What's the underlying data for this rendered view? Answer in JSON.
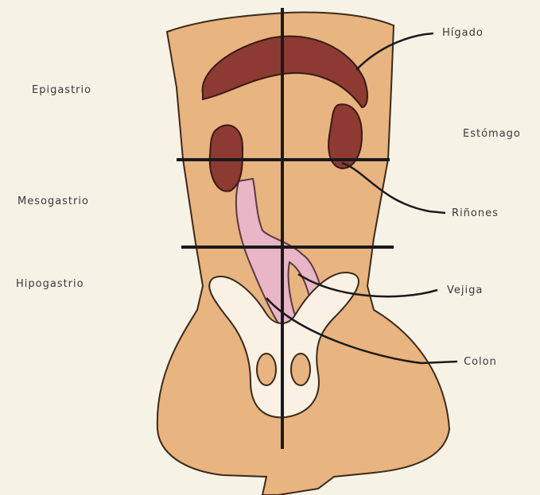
{
  "regions": {
    "epigastrio": "Epigastrio",
    "mesogastrio": "Mesogastrio",
    "hipogastrio": "Hipogastrio"
  },
  "organs": {
    "higado": "Hígado",
    "estomago": "Estómago",
    "rinones": "Riñones",
    "vejiga": "Vejiga",
    "colon": "Colon"
  },
  "colors": {
    "background": "#f7f2e6",
    "skin": "#e8b47f",
    "organ_dark": "#8c3a32",
    "colon_pink": "#e8b6c6",
    "pelvis": "#f8f1e4",
    "lines": "#1a1a1a"
  }
}
